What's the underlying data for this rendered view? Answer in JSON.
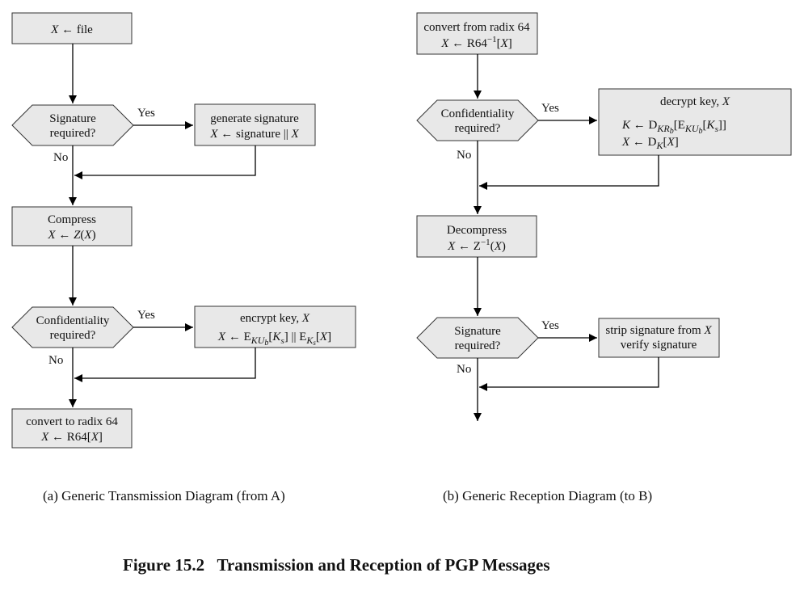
{
  "transmission": {
    "file_box": [
      "X ← file"
    ],
    "sig_decision": [
      "Signature",
      "required?"
    ],
    "sig_yes": "Yes",
    "sig_no": "No",
    "sig_box": [
      "generate signature",
      "X ← signature || X"
    ],
    "compress_box": [
      "Compress",
      "X ← Z(X)"
    ],
    "conf_decision": [
      "Confidentiality",
      "required?"
    ],
    "conf_yes": "Yes",
    "conf_no": "No",
    "encrypt_box": [
      "encrypt key, X",
      "X ← EKUb[Ks] || EKs[X]"
    ],
    "radix_box": [
      "convert to radix 64",
      "X ← R64[X]"
    ],
    "caption": "(a) Generic Transmission Diagram (from A)"
  },
  "reception": {
    "radix_box": [
      "convert from radix 64",
      "X ← R64−1[X]"
    ],
    "conf_decision": [
      "Confidentiality",
      "required?"
    ],
    "conf_yes": "Yes",
    "conf_no": "No",
    "decrypt_box": [
      "decrypt key, X",
      "K ← DKRb[EKUb[Ks]]",
      "X ← DK[X]"
    ],
    "decompress_box": [
      "Decompress",
      "X ← Z−1(X)"
    ],
    "sig_decision": [
      "Signature",
      "required?"
    ],
    "sig_yes": "Yes",
    "sig_no": "No",
    "verify_box": [
      "strip signature from X",
      "verify signature"
    ],
    "caption": "(b) Generic Reception Diagram (to B)"
  },
  "figure_title": "Figure 15.2   Transmission and Reception of PGP Messages"
}
